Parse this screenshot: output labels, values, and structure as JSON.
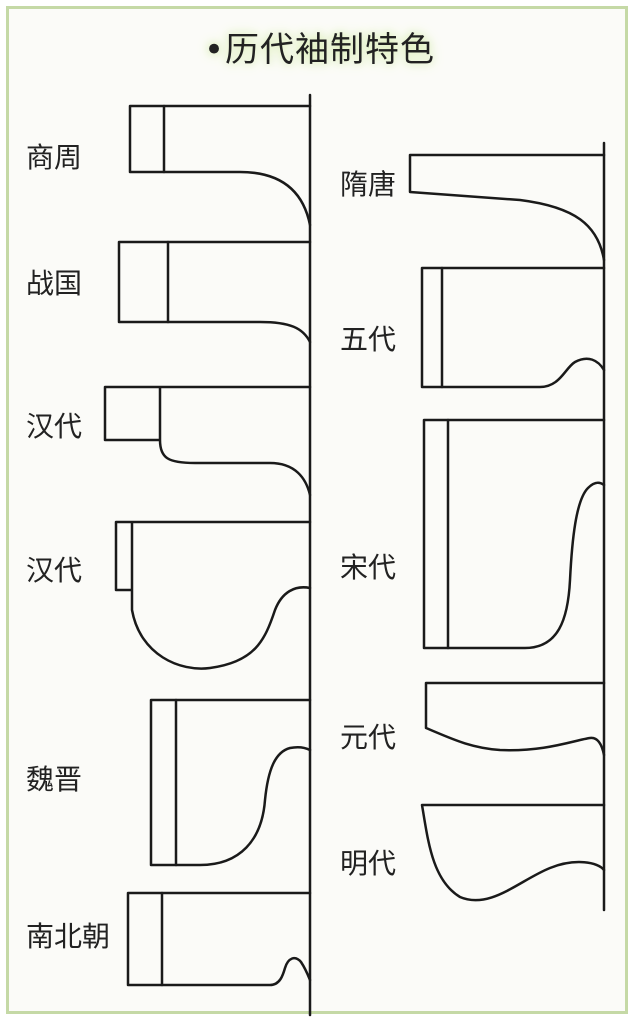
{
  "title": "•历代袖制特色",
  "left_column": [
    {
      "key": "shang_zhou",
      "label": "商周"
    },
    {
      "key": "zhan_guo",
      "label": "战国"
    },
    {
      "key": "han_1",
      "label": "汉代"
    },
    {
      "key": "han_2",
      "label": "汉代"
    },
    {
      "key": "wei_jin",
      "label": "魏晋"
    },
    {
      "key": "nan_bei_chao",
      "label": "南北朝"
    }
  ],
  "right_column": [
    {
      "key": "sui_tang",
      "label": "隋唐"
    },
    {
      "key": "wu_dai",
      "label": "五代"
    },
    {
      "key": "song",
      "label": "宋代"
    },
    {
      "key": "yuan",
      "label": "元代"
    },
    {
      "key": "ming",
      "label": "明代"
    }
  ]
}
